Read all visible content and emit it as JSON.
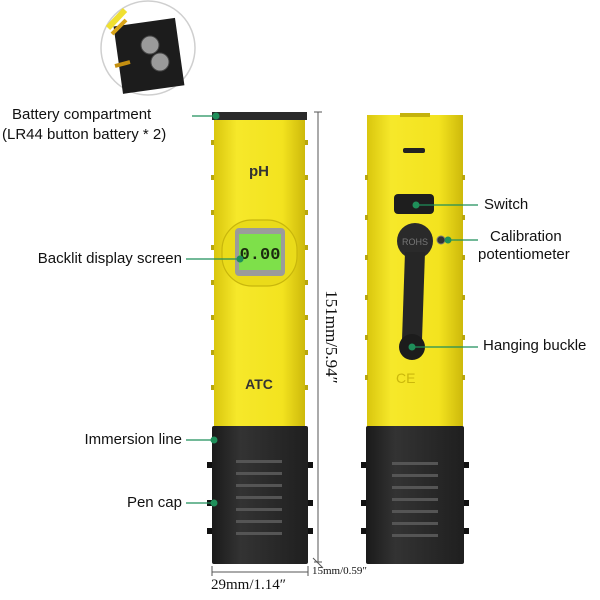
{
  "labels": {
    "battery_compartment": "Battery compartment",
    "battery_type": "(LR44 button battery * 2)",
    "backlit_display": "Backlit display screen",
    "immersion_line": "Immersion line",
    "pen_cap": "Pen cap",
    "switch": "Switch",
    "calibration_1": "Calibration",
    "calibration_2": "potentiometer",
    "hanging_buckle": "Hanging buckle"
  },
  "device": {
    "front_label": "pH",
    "atc_label": "ATC",
    "display_value": "0.00",
    "rohs": "ROHS",
    "ce": "CE"
  },
  "dimensions": {
    "length": "151mm/5.94″",
    "width": "29mm/1.14″",
    "depth": "15mm/0.59″"
  },
  "colors": {
    "body": "#f2e31c",
    "cap": "#2b2b2b",
    "display": "#7ee04a",
    "pointer": "#1f8f5a"
  }
}
